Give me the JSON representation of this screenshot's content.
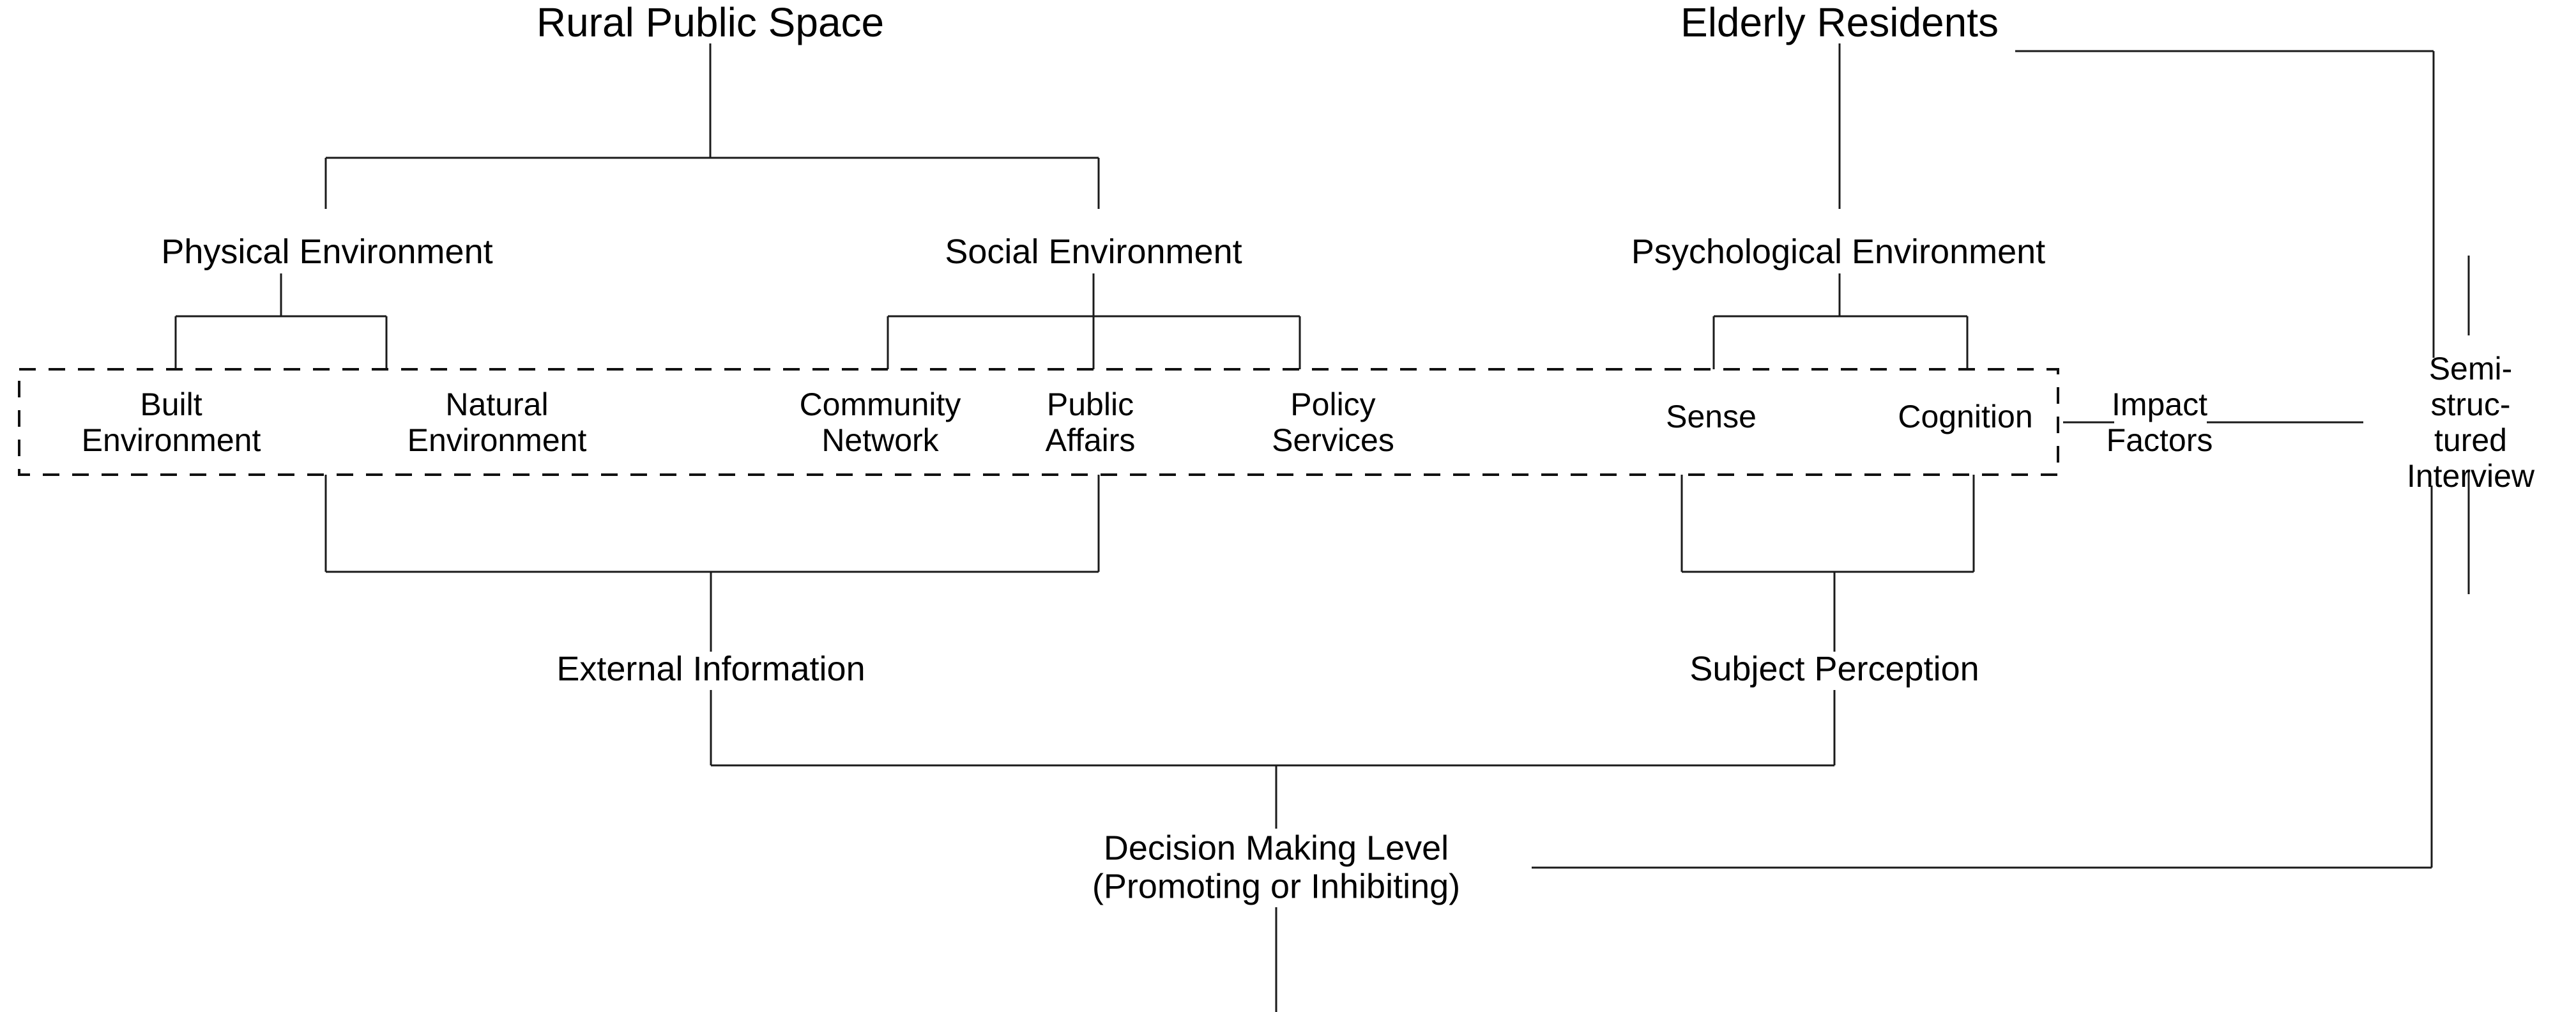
{
  "diagram": {
    "title_nodes": {
      "rural_public_space": "Rural Public Space",
      "elderly_residents": "Elderly Residents"
    },
    "mid_nodes": {
      "physical_environment": "Physical Environment",
      "social_environment": "Social Environment",
      "psychological_environment": "Psychological Environment"
    },
    "leaf_nodes": {
      "built_environment": "Built\nEnvironment",
      "natural_environment": "Natural\nEnvironment",
      "community_network": "Community\nNetwork",
      "public_affairs": "Public\nAffairs",
      "policy_services": "Policy\nServices",
      "sense": "Sense",
      "cognition": "Cognition"
    },
    "side_nodes": {
      "impact_factors": "Impact\nFactors",
      "semi_structured_interview": "Semi-struc-\ntured\nInterview"
    },
    "aggregate_nodes": {
      "external_information": "External Information",
      "subject_perception": "Subject Perception",
      "decision_making_level": "Decision Making Level\n(Promoting or Inhibiting)"
    },
    "style": {
      "line_color": "#1a1a1a",
      "dashed_box_color": "#111111",
      "background": "#ffffff",
      "text_color": "#000000"
    }
  }
}
